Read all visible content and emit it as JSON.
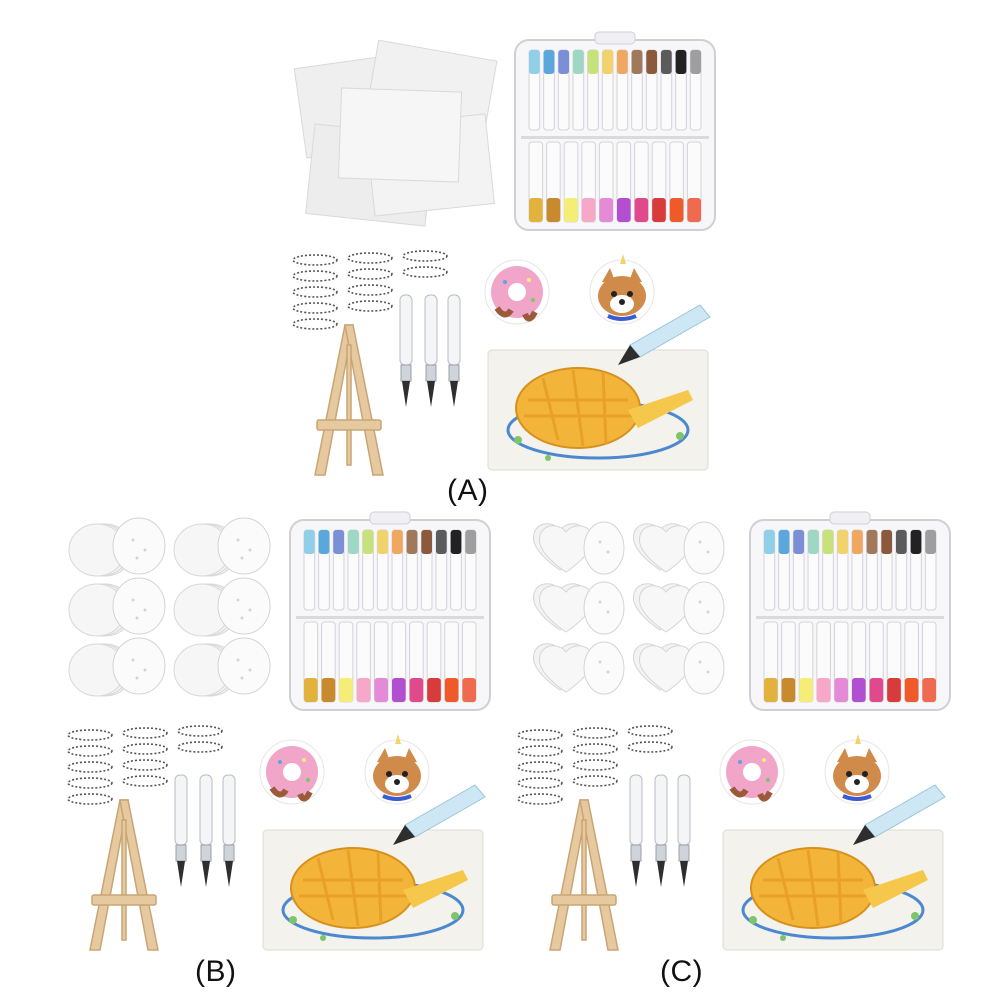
{
  "captions": {
    "a": "(A)",
    "b": "(B)",
    "c": "(C)"
  },
  "colors": {
    "background": "#ffffff",
    "paper": "#eeeeee",
    "marker_caps_top": [
      "#8fd0e8",
      "#5aa7dd",
      "#7a8fd6",
      "#9fd7c5",
      "#c7e27a",
      "#f2d36b",
      "#f0a860",
      "#a0785a",
      "#8b5a3c",
      "#5b5b5b",
      "#222222",
      "#9e9e9e"
    ],
    "marker_caps_bottom": [
      "#e3b23c",
      "#c98a2e",
      "#f4ee76",
      "#f7a8c8",
      "#e58ad6",
      "#b24fd1",
      "#e04a8c",
      "#d83b3b",
      "#ee5a2a",
      "#f06a50"
    ],
    "easel": "#e7c9a0",
    "donut": "#f1a5c8",
    "dog": "#d08a4a",
    "bread": "#f3b43a"
  },
  "icons": [
    "paper-sheets",
    "marker-case",
    "bead-chain-keyrings",
    "wooden-easel",
    "water-brush-pens",
    "donut-artwork",
    "dog-artwork",
    "bread-artwork"
  ]
}
